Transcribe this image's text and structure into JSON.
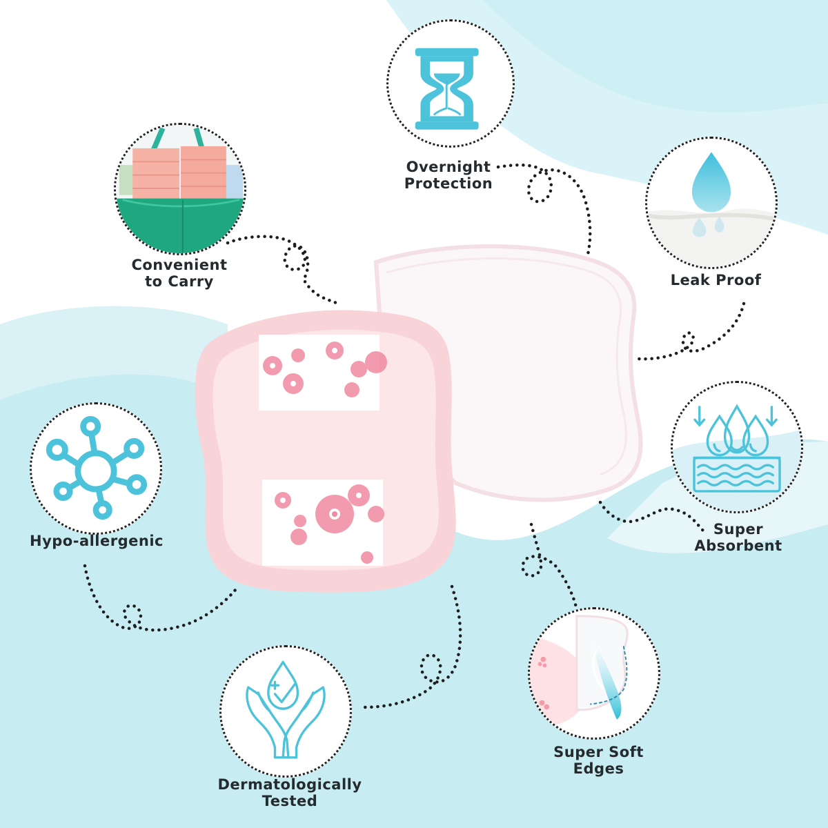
{
  "colors": {
    "accent": "#4cc3db",
    "bg_light": "#d8f1f6",
    "bg_mid": "#c5ebf1",
    "text": "#252a2e",
    "pad_pink": "#f9d9dc",
    "pad_white": "#fbf7f8",
    "sticker_flower": "#f08aa0"
  },
  "features": [
    {
      "id": "overnight-protection",
      "line1": "Overnight",
      "line2": "Protection",
      "icon": "hourglass-icon"
    },
    {
      "id": "convenient-to-carry",
      "line1": "Convenient",
      "line2": "to Carry",
      "icon": "bag-photo-icon"
    },
    {
      "id": "leak-proof",
      "line1": "Leak Proof",
      "line2": "",
      "icon": "water-drop-icon"
    },
    {
      "id": "super-absorbent",
      "line1": "Super",
      "line2": "Absorbent",
      "icon": "absorb-layers-icon"
    },
    {
      "id": "hypo-allergenic",
      "line1": "Hypo-allergenic",
      "line2": "",
      "icon": "molecule-icon"
    },
    {
      "id": "dermatologically-tested",
      "line1": "Dermatologically",
      "line2": "Tested",
      "icon": "hands-drop-check-icon"
    },
    {
      "id": "super-soft-edges",
      "line1": "Super Soft",
      "line2": "Edges",
      "icon": "feather-icon"
    }
  ]
}
